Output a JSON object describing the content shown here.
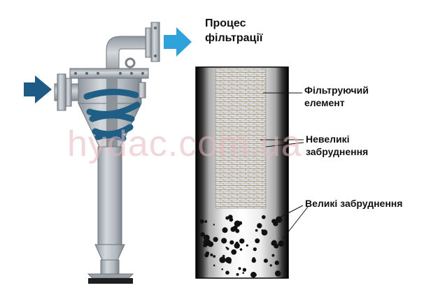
{
  "labels": {
    "filtration_process": "Процес\nфільтрації",
    "filter_element": "Фільтруючий\nелемент",
    "small_contaminants": "Невеликі\nзабруднення",
    "large_contaminants": "Великі забруднення"
  },
  "watermark": "hydac.com.ua",
  "colors": {
    "arrow_dark": "#1d5a86",
    "arrow_light": "#2ea3db",
    "body_metal": "#b9c0c6",
    "spiral": "#1f5f86"
  },
  "icons": [
    "inlet-arrow-icon",
    "outlet-arrow-icon"
  ]
}
